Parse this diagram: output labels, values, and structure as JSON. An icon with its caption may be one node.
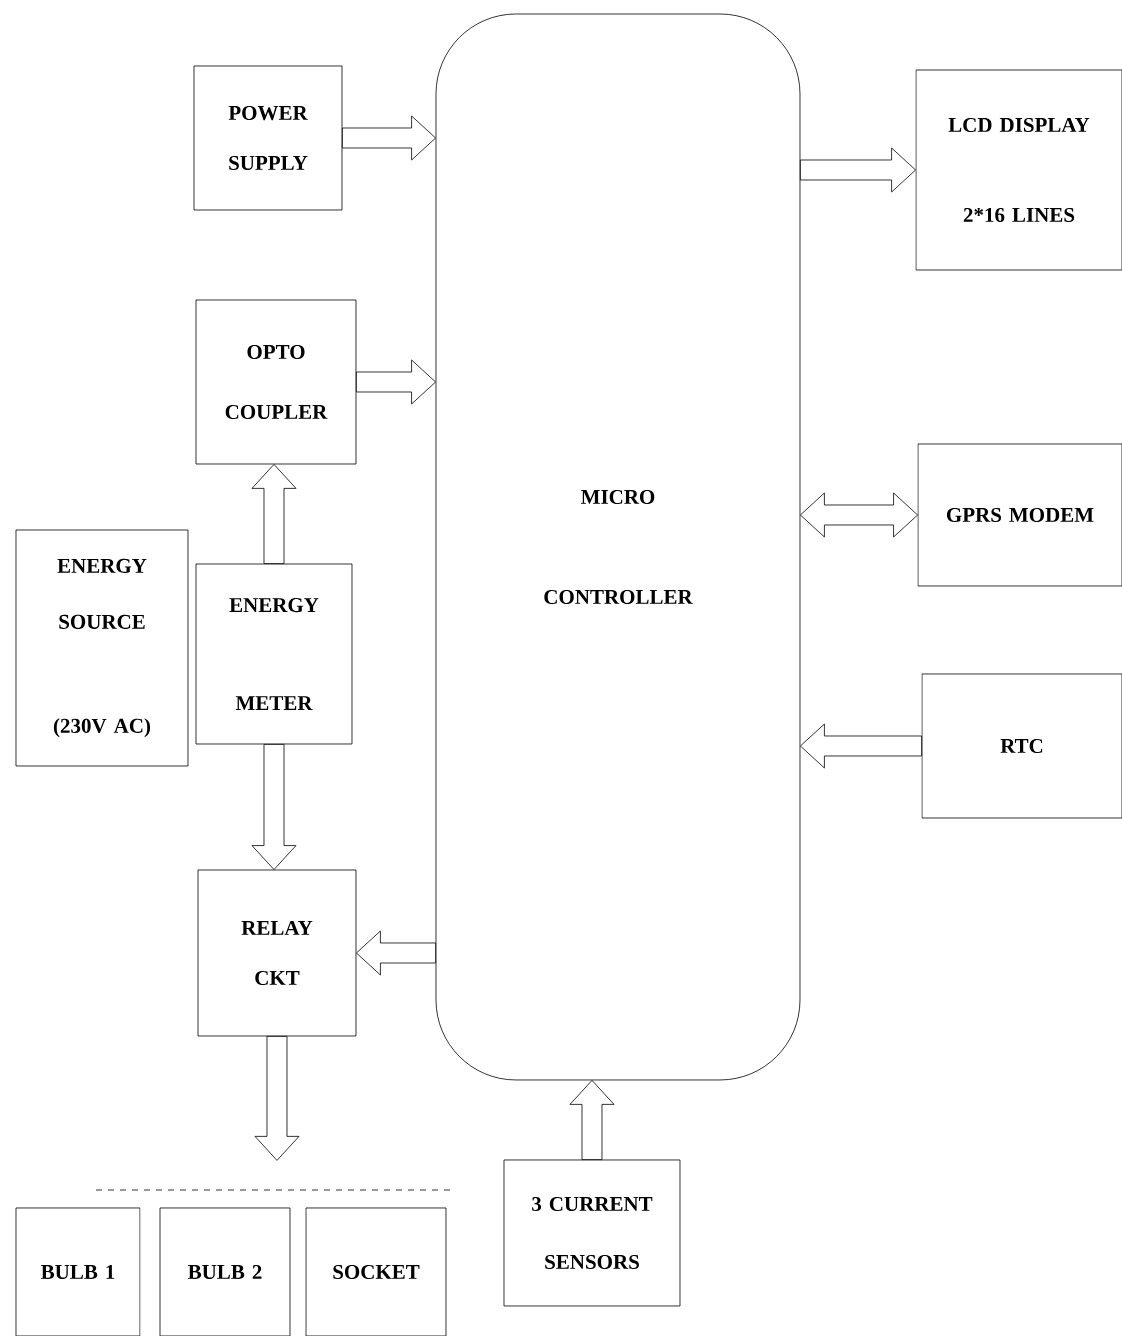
{
  "diagram": {
    "nodes": [
      {
        "text": [
          "POWER SUPPLY"
        ]
      },
      {
        "text": [
          "OPTO COUPLER"
        ]
      },
      {
        "text": [
          "ENERGY SOURCE",
          "(230V AC)"
        ]
      },
      {
        "text": [
          "ENERGY METER"
        ]
      },
      {
        "text": [
          "RELAY CKT"
        ]
      },
      {
        "text": [
          "MICRO CONTROLLER"
        ]
      },
      {
        "text": [
          "LCD DISPLAY",
          "2*16 LINES"
        ]
      },
      {
        "text": [
          "GPRS MODEM"
        ]
      },
      {
        "text": [
          "RTC"
        ]
      },
      {
        "text": [
          "3 CURRENT SENSORS"
        ]
      },
      {
        "text": [
          "BULB 1"
        ]
      },
      {
        "text": [
          "BULB 2"
        ]
      },
      {
        "text": [
          "SOCKET"
        ]
      }
    ],
    "edges": [
      {
        "from": 0,
        "to": 5,
        "arrow": "to"
      },
      {
        "from": 1,
        "to": 5,
        "arrow": "to"
      },
      {
        "from": 3,
        "to": 1,
        "arrow": "to"
      },
      {
        "from": 3,
        "to": 4,
        "arrow": "to"
      },
      {
        "from": 5,
        "to": 4,
        "arrow": "to"
      },
      {
        "from": 5,
        "to": 6,
        "arrow": "to"
      },
      {
        "from": 5,
        "to": 7,
        "arrow": "both"
      },
      {
        "from": 8,
        "to": 5,
        "arrow": "to"
      },
      {
        "from": 9,
        "to": 5,
        "arrow": "to"
      },
      {
        "from": 4,
        "to": null,
        "arrow": "to"
      }
    ]
  }
}
